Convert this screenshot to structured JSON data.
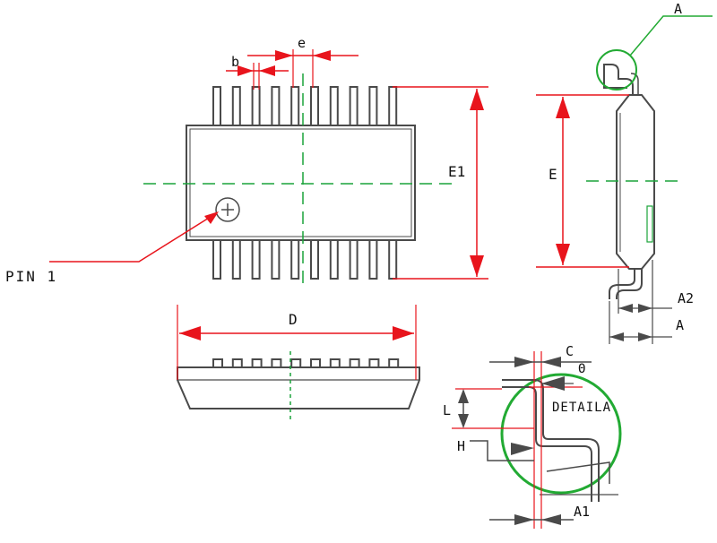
{
  "labels": {
    "b": "b",
    "e": "e",
    "E1": "E1",
    "E": "E",
    "A_top": "A",
    "A2": "A2",
    "A_side": "A",
    "D": "D",
    "pin1": "PIN 1",
    "C": "C",
    "theta": "Θ",
    "detail": "DETAILA",
    "L": "L",
    "H": "H",
    "A1": "A1"
  },
  "colors": {
    "outline": "#4a4a4a",
    "dimension": "#e8141c",
    "centerline": "#1aa33a",
    "detail_circle": "#22aa33",
    "text": "#111111"
  },
  "package": {
    "leads_per_side": 10
  }
}
